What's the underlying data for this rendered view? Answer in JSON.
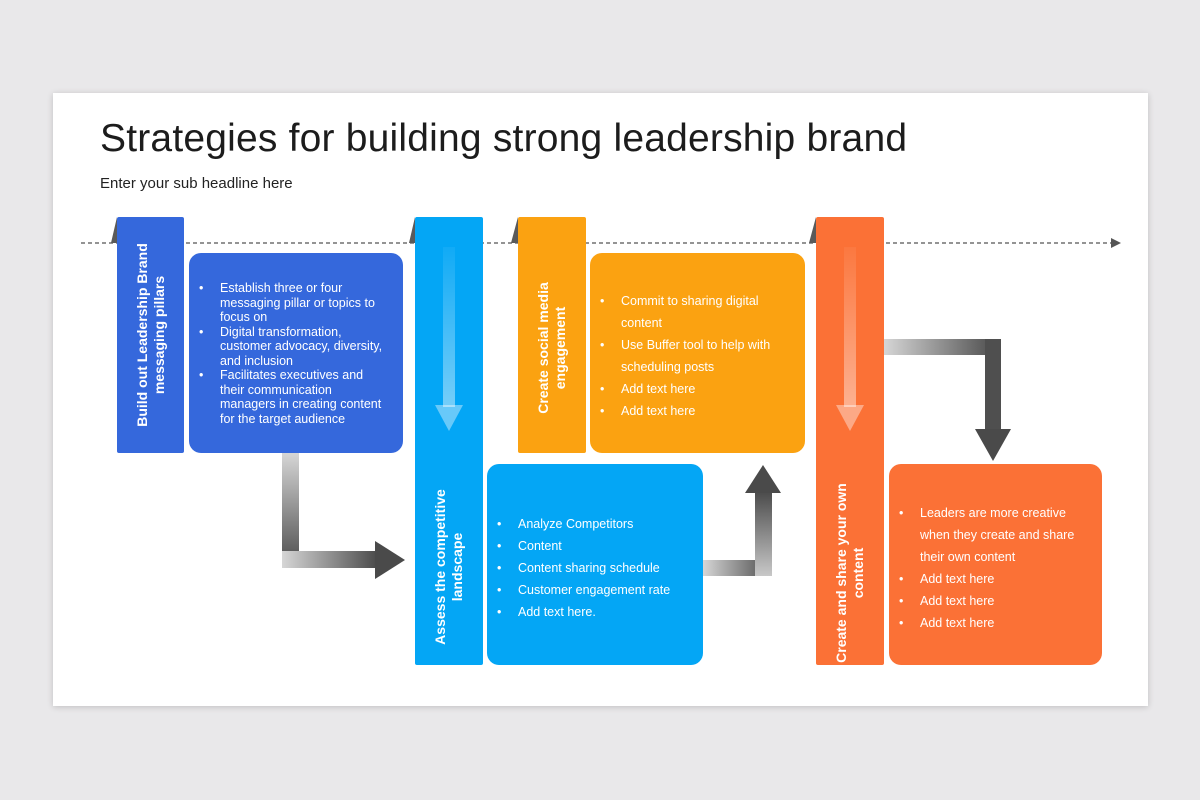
{
  "title": "Strategies for building strong leadership brand",
  "subtitle": "Enter your sub headline here",
  "colors": {
    "blue": "#3568dc",
    "cyan": "#04a6f5",
    "amber": "#fba211",
    "orange": "#fb7136",
    "arrow": "#5b5b5b",
    "timeline": "#555555"
  },
  "steps": [
    {
      "label": "Build out Leadership Brand messaging pillars",
      "color": "blue",
      "bullets": [
        "Establish three or four messaging pillar or topics to focus on",
        "Digital transformation, customer advocacy, diversity, and inclusion",
        "Facilitates executives and their communication managers in creating content for the target audience"
      ]
    },
    {
      "label": "Assess the competitive landscape",
      "color": "cyan",
      "bullets": [
        "Analyze Competitors",
        "Content",
        "Content sharing schedule",
        "Customer engagement rate",
        "Add text here."
      ]
    },
    {
      "label": "Create social media engagement",
      "color": "amber",
      "bullets": [
        "Commit to sharing digital content",
        "Use Buffer tool to help with scheduling posts",
        "Add text here",
        "Add text here"
      ]
    },
    {
      "label": "Create and share your own content",
      "color": "orange",
      "bullets": [
        "Leaders are more creative when they create and share their own content",
        "Add text here",
        "Add text here",
        "Add text here"
      ]
    }
  ]
}
